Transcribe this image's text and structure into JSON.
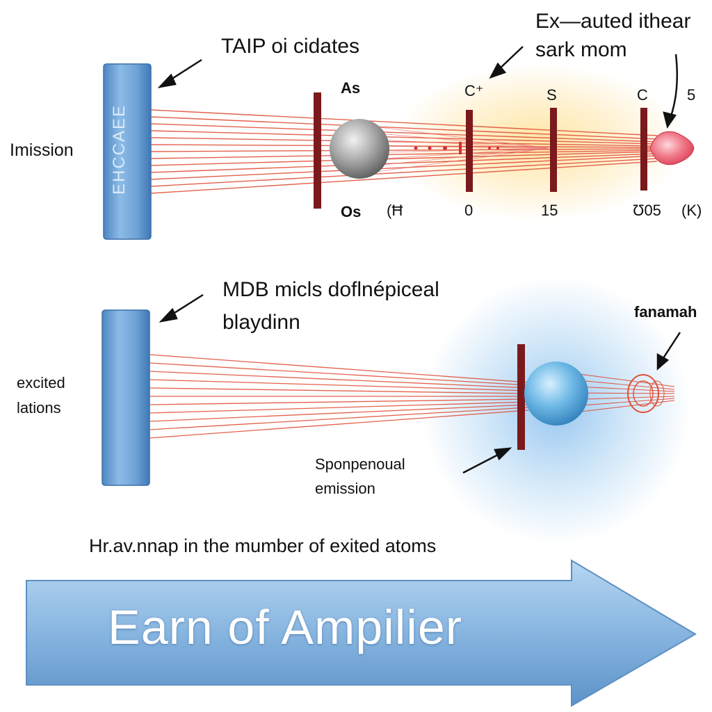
{
  "top_panel": {
    "left_label": "Imission",
    "rod_label": "EHCCAEE",
    "callout": "TAIP oi cidates",
    "right_callout_line1": "Ex—auted ithear",
    "right_callout_line2": "sark mom",
    "marker_top": [
      "As",
      "C⁺",
      "S",
      "C",
      "5"
    ],
    "marker_bottom": [
      "Os",
      "(Ħ",
      "0",
      "15",
      "Ʊ05",
      "(K)"
    ]
  },
  "bottom_panel": {
    "left_label_line1": "excited",
    "left_label_line2": "lations",
    "callout_line1": "MDB micls doflnépiceal",
    "callout_line2": "blaydinn",
    "right_label": "fanamah",
    "emission_line1": "Sponpenoual",
    "emission_line2": "emission"
  },
  "footer": {
    "caption": "Hr.av.nnap in the mumber of exited atoms",
    "banner_text": "Earn of Ampilier"
  },
  "colors": {
    "rod_blue": "#6fa3d6",
    "beam_red": "#e0503a",
    "plate_maroon": "#7a1a1c",
    "glow_yellow": "#ffcf5a",
    "glow_blue": "#7fb8ea",
    "banner_blue": "#8cb9e4"
  }
}
